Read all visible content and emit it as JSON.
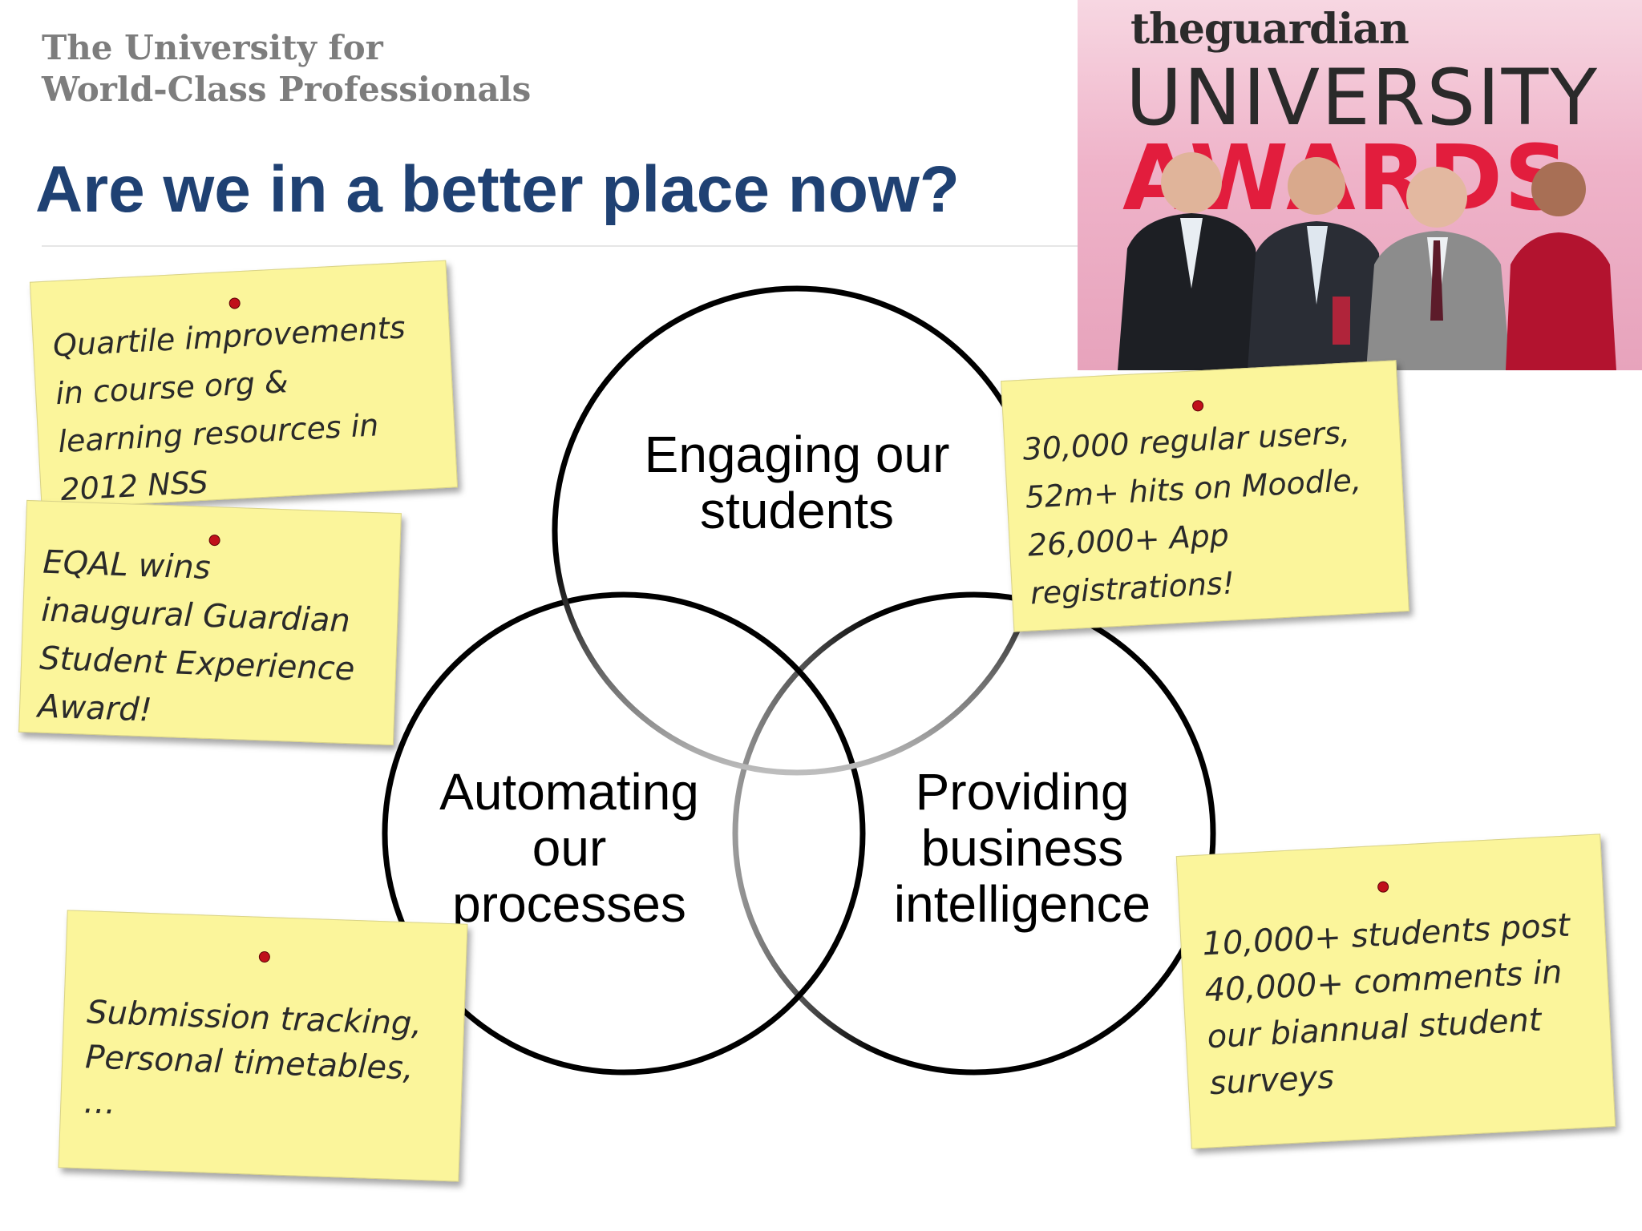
{
  "header": {
    "tagline_line1": "The University for",
    "tagline_line2": "World-Class Professionals",
    "title": "Are we in a better place now?"
  },
  "venn": {
    "top_label": "Engaging our\nstudents",
    "left_label": "Automating\nour\nprocesses",
    "right_label": "Providing\nbusiness\nintelligence"
  },
  "award_photo": {
    "brand": "theguardian",
    "line1": "UNIVERSITY",
    "line2": "AWARDS"
  },
  "notes": {
    "quartile": "Quartile improvements\nin course org &\nlearning resources in\n2012 NSS",
    "eqal": "EQAL wins\ninaugural Guardian\nStudent Experience\nAward!",
    "users": "30,000 regular users,\n52m+ hits on Moodle,\n26,000+ App\nregistrations!",
    "tracking": "Submission tracking,\nPersonal timetables,\n…",
    "surveys": "10,000+ students post\n40,000+ comments in\nour biannual student\nsurveys"
  },
  "colors": {
    "title": "#1f4173",
    "tagline": "#7d7d7d",
    "note_bg": "#fbf59b",
    "pin": "#c0101a",
    "awards_red": "#e21d3d"
  }
}
